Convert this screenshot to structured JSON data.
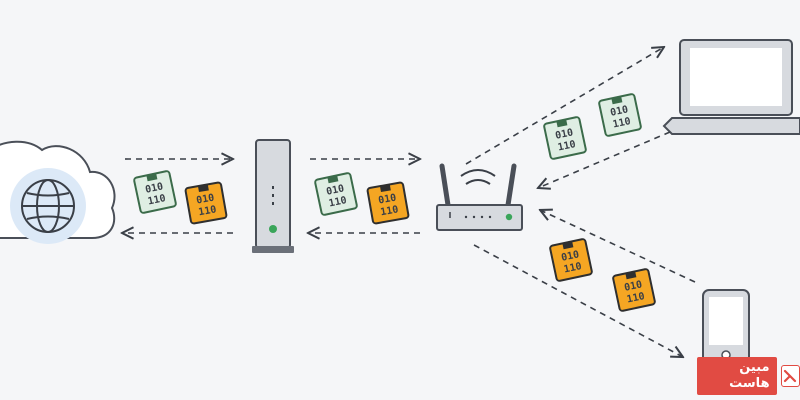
{
  "colors": {
    "background": "#f5f6f8",
    "device_stroke": "#4a4f58",
    "device_fill": "#d7dadf",
    "cloud_fill": "#ffffff",
    "globe_fill": "#dce9f7",
    "router_led": "#3aa55a",
    "packet_green_fill": "#dfeee3",
    "packet_green_stroke": "#3b6b4a",
    "packet_orange_fill": "#f5a623",
    "packet_orange_stroke": "#2f2f2f",
    "watermark_red": "#e14b43"
  },
  "packet_text": {
    "line1": "010",
    "line2": "110"
  },
  "nodes": [
    {
      "name": "internet-cloud",
      "icon": "globe-icon"
    },
    {
      "name": "modem",
      "icon": "modem-icon"
    },
    {
      "name": "router",
      "icon": "wifi-router-icon"
    },
    {
      "name": "laptop",
      "icon": "laptop-icon"
    },
    {
      "name": "smartphone",
      "icon": "phone-icon"
    }
  ],
  "watermark": {
    "text": "مبین هاست",
    "icon": "red-logo-icon"
  }
}
